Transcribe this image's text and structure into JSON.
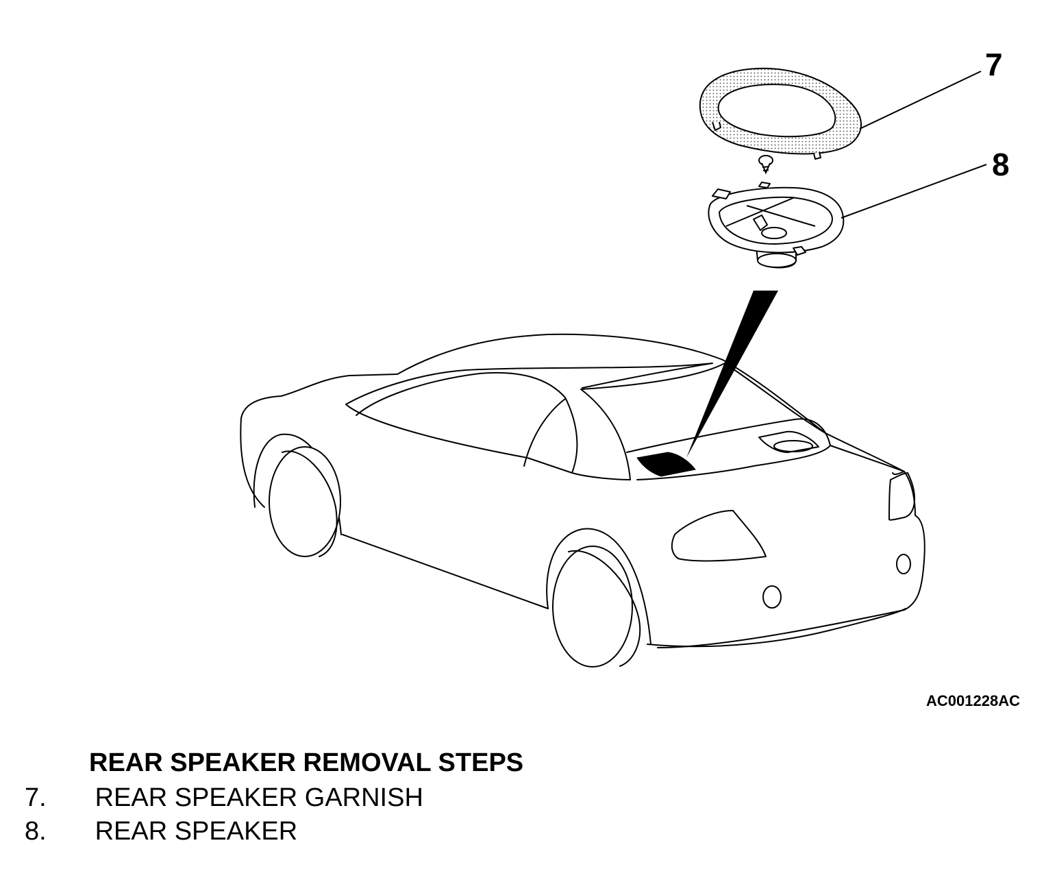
{
  "callouts": {
    "garnish_number": "7",
    "speaker_number": "8"
  },
  "figure_code": "AC001228AC",
  "steps": {
    "title": "REAR SPEAKER REMOVAL STEPS",
    "items": [
      {
        "number": "7.",
        "label": "REAR SPEAKER GARNISH"
      },
      {
        "number": "8.",
        "label": "REAR SPEAKER"
      }
    ]
  }
}
